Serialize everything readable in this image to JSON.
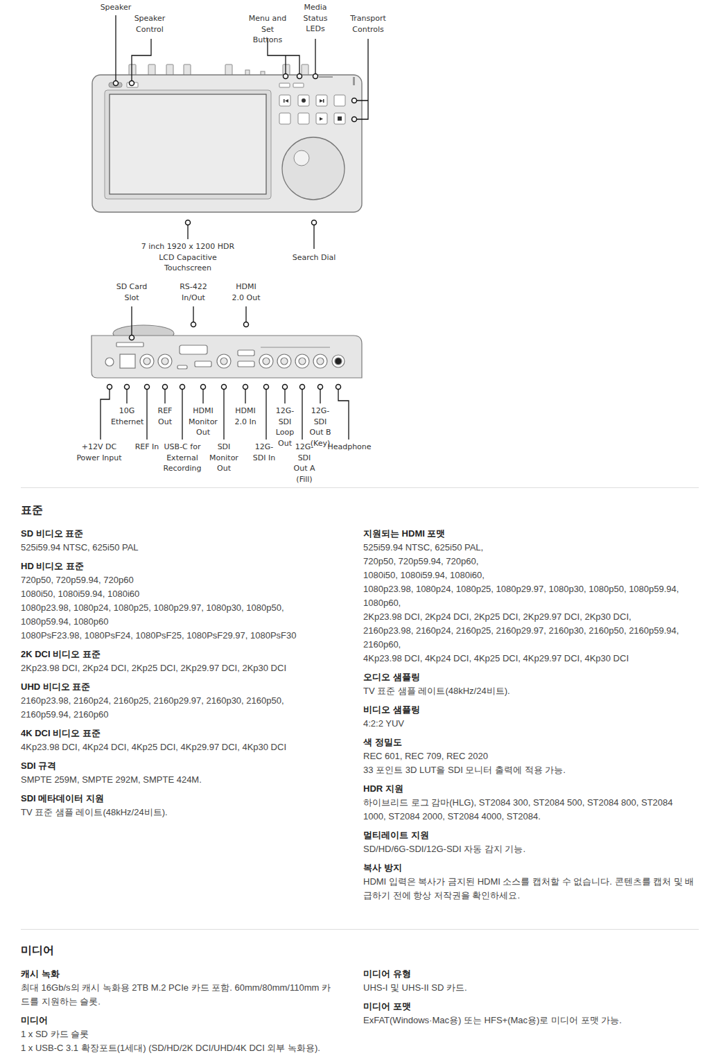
{
  "diagram": {
    "labels": [
      "Speaker",
      "Speaker Control",
      "Menu and Set Buttons",
      "Media Status LEDs",
      "Transport Controls",
      "7 inch 1920 x 1200 HDR LCD Capacitive Touchscreen",
      "Search Dial",
      "SD Card Slot",
      "RS-422 In/Out",
      "HDMI 2.0 Out",
      "10G Ethernet",
      "REF Out",
      "HDMI Monitor Out",
      "HDMI 2.0 In",
      "12G-SDI Loop Out",
      "12G-SDI Out B (Key)",
      "+12V DC Power Input",
      "REF In",
      "USB-C for External Recording",
      "SDI Monitor Out",
      "12G-SDI In",
      "12G-SDI Out A (Fill)",
      "Headphone",
      "표준",
      "SD 비디오 표준",
      "525i59.94 NTSC, 625i50 PAL",
      "HD 비디오 표준",
      "720p50, 720p59.94, 720p60",
      "1080i50, 1080i59.94, 1080i60",
      "1080p23.98, 1080p24, 1080p25, 1080p29.97, 1080p30, 1080p50, 1080p59.94, 1080p60",
      "1080PsF23.98, 1080PsF24, 1080PsF25, 1080PsF29.97, 1080PsF30",
      "2K DCI 비디오 표준",
      "2Kp23.98 DCI, 2Kp24 DCI, 2Kp25 DCI, 2Kp29.97 DCI, 2Kp30 DCI",
      "UHD 비디오 표준",
      "2160p23.98, 2160p24, 2160p25, 2160p29.97, 2160p30, 2160p50, 2160p59.94, 2160p60",
      "4K DCI 비디오 표준",
      "4Kp23.98 DCI, 4Kp24 DCI, 4Kp25 DCI, 4Kp29.97 DCI, 4Kp30 DCI",
      "SDI 규격",
      "SMPTE 259M, SMPTE 292M, SMPTE 424M.",
      "SDI 메타데이터 지원",
      "TV 표준 샘플 레이트(48kHz/24비트).",
      "지원되는 HDMI 포맷",
      "525i59.94 NTSC, 625i50 PAL,",
      "720p50, 720p59.94, 720p60,",
      "1080i50, 1080i59.94, 1080i60,",
      "1080p23.98, 1080p24, 1080p25, 1080p29.97, 1080p30, 1080p50, 1080p59.94, 1080p60,",
      "2Kp23.98 DCI, 2Kp24 DCI, 2Kp25 DCI, 2Kp29.97 DCI, 2Kp30 DCI,",
      "2160p23.98, 2160p24, 2160p25, 2160p29.97, 2160p30, 2160p50, 2160p59.94, 2160p60,",
      "4Kp23.98 DCI, 4Kp24 DCI, 4Kp25 DCI, 4Kp29.97 DCI, 4Kp30 DCI",
      "오디오 샘플링",
      "TV 표준 샘플 레이트(48kHz/24비트).",
      "비디오 샘플링",
      "4:2:2 YUV",
      "색 정밀도",
      "REC 601, REC 709, REC 2020",
      "33 포인트 3D LUT을 SDI 모니터 출력에 적용 가능.",
      "HDR 지원",
      "하이브리드 로그 감마(HLG), ST2084 300, ST2084 500, ST2084 800, ST2084 1000, ST2084 2000, ST2084 4000, ST2084.",
      "멀티레이트 지원",
      "SD/HD/6G-SDI/12G-SDI 자동 감지 기능.",
      "복사 방지",
      "HDMI 입력은 복사가 금지된 HDMI 소스를 캡처할 수 없습니다. 콘텐츠를 캡처 및 배급하기 전에 항상 저작권을 확인하세요.",
      "미디어",
      "캐시 녹화",
      "최대 16Gb/s의 캐시 녹화용 2TB M.2 PCIe 카드 포함. 60mm/80mm/110mm 카드를 지원하는 슬롯.",
      "미디어",
      "1 x SD 카드 슬롯",
      "1 x USB-C 3.1 확장포트(1세대) (SD/HD/2K DCI/UHD/4K DCI 외부 녹화용).",
      "미디어 유형",
      "UHS-I 및 UHS-II SD 카드.",
      "미디어 포맷",
      "ExFAT(Windows·Mac용) 또는 HFS+(Mac용)로 미디어 포맷 가능."
    ]
  }
}
